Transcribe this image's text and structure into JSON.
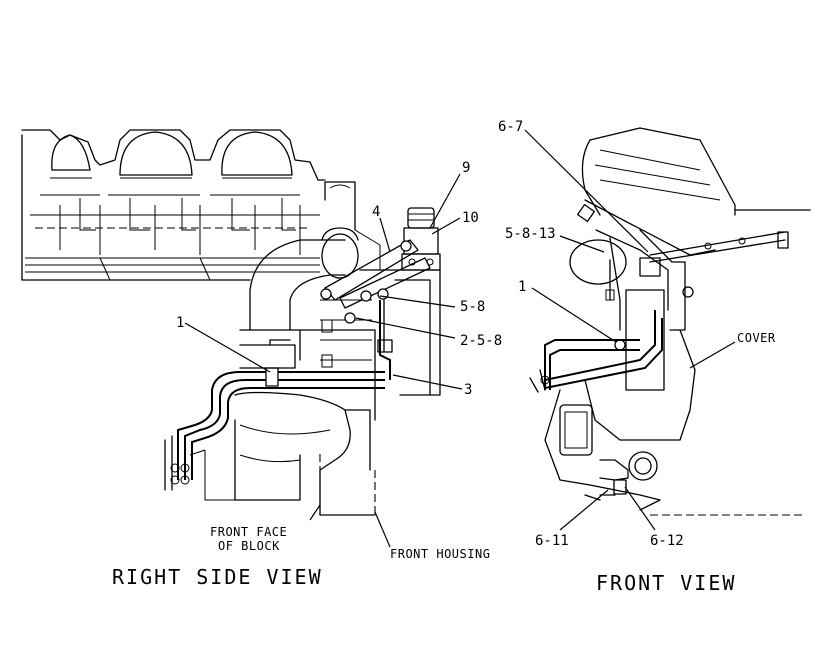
{
  "views": {
    "right_side": {
      "title": "RIGHT SIDE VIEW",
      "callouts": {
        "c1": "1",
        "c4": "4",
        "c9": "9",
        "c10": "10",
        "c58": "5-8",
        "c258": "2-5-8",
        "c3": "3"
      },
      "notes": {
        "front_face_line1": "FRONT FACE",
        "front_face_line2": "OF BLOCK",
        "front_housing": "FRONT HOUSING"
      }
    },
    "front": {
      "title": "FRONT VIEW",
      "callouts": {
        "c67": "6-7",
        "c5813": "5-8-13",
        "c1": "1",
        "c611": "6-11",
        "c612": "6-12"
      },
      "notes": {
        "cover": "COVER"
      }
    }
  }
}
